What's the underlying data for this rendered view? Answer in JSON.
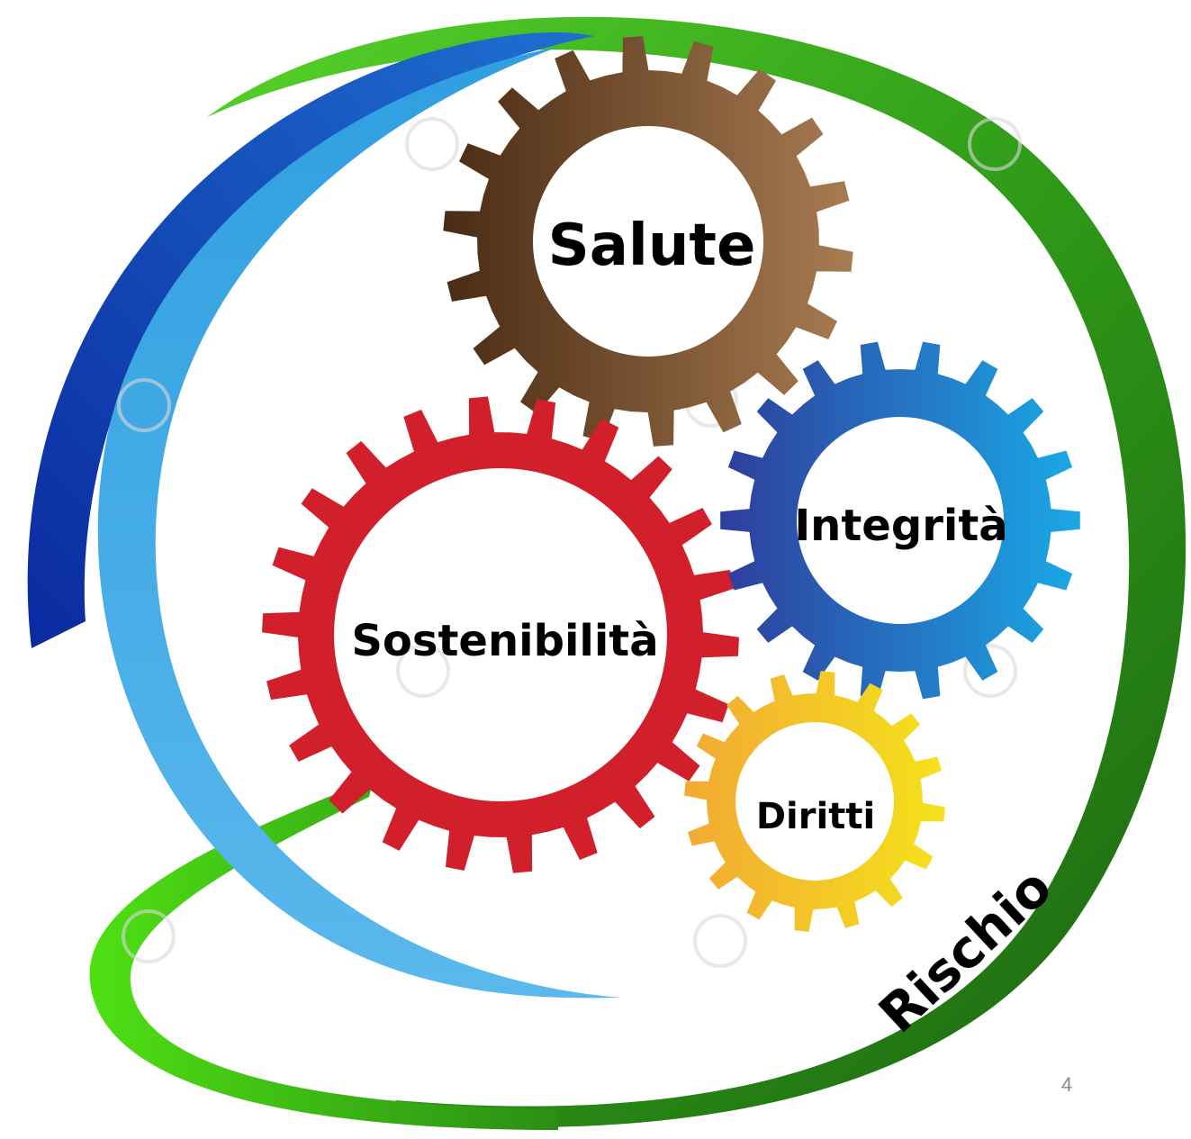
{
  "gears": [
    {
      "id": "salute",
      "label": "Salute"
    },
    {
      "id": "sostenibilita",
      "label": "Sostenibilità"
    },
    {
      "id": "integrita",
      "label": "Integrità"
    },
    {
      "id": "diritti",
      "label": "Diritti"
    }
  ],
  "swoosh_label": "Rischio",
  "page_number": "4",
  "colors": {
    "salute_gear": [
      "#4a2b14",
      "#a87c52"
    ],
    "sostenibilita_gear": "#d11f2c",
    "integrita_gear": [
      "#2f3d9c",
      "#1aa9e6"
    ],
    "diritti_gear": [
      "#f2a933",
      "#f5e21b"
    ],
    "green_swoosh": [
      "#2db51b",
      "#1f6a10"
    ],
    "blue_swoosh": [
      "#0c2fa8",
      "#4fb3ea"
    ]
  }
}
